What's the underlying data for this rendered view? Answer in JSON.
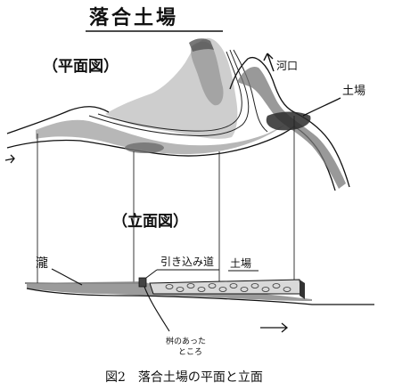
{
  "title": "落合土場",
  "plan_label": "（平面図）",
  "elevation_label": "（立面図）",
  "labels": {
    "river_mouth": "河口",
    "doba_plan": "土場",
    "taki": "瀧",
    "hikikomi": "引き込み道",
    "doba_elev": "土場",
    "kakeno_line1": "桝のあった",
    "kakeno_line2": "ところ"
  },
  "caption": "図2　落合土場の平面と立面"
}
